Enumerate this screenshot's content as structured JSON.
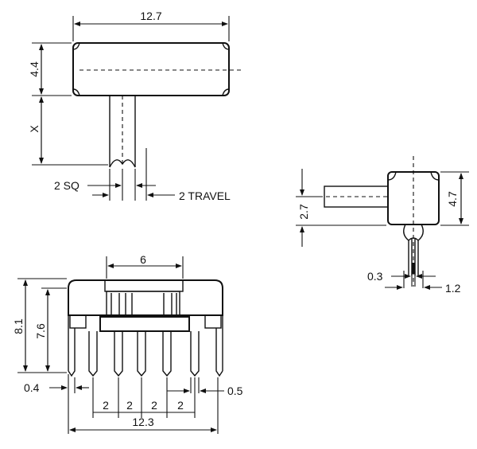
{
  "top_view": {
    "width_label": "12.7",
    "height_label": "4.4",
    "actuator_length_label": "X",
    "actuator_square_label": "2 SQ",
    "travel_label": "2 TRAVEL"
  },
  "side_view": {
    "actuator_height_label": "2.7",
    "body_height_label": "4.7",
    "pin_thickness_label": "0.3",
    "pin_width_label": "1.2"
  },
  "front_view": {
    "slot_width_label": "6",
    "overall_height_label": "8.1",
    "body_height_label": "7.6",
    "mount_pin_label": "0.4",
    "pin_label": "0.5",
    "pitch_labels": [
      "2",
      "2",
      "2",
      "2"
    ],
    "pin_span_label": "12.3"
  }
}
